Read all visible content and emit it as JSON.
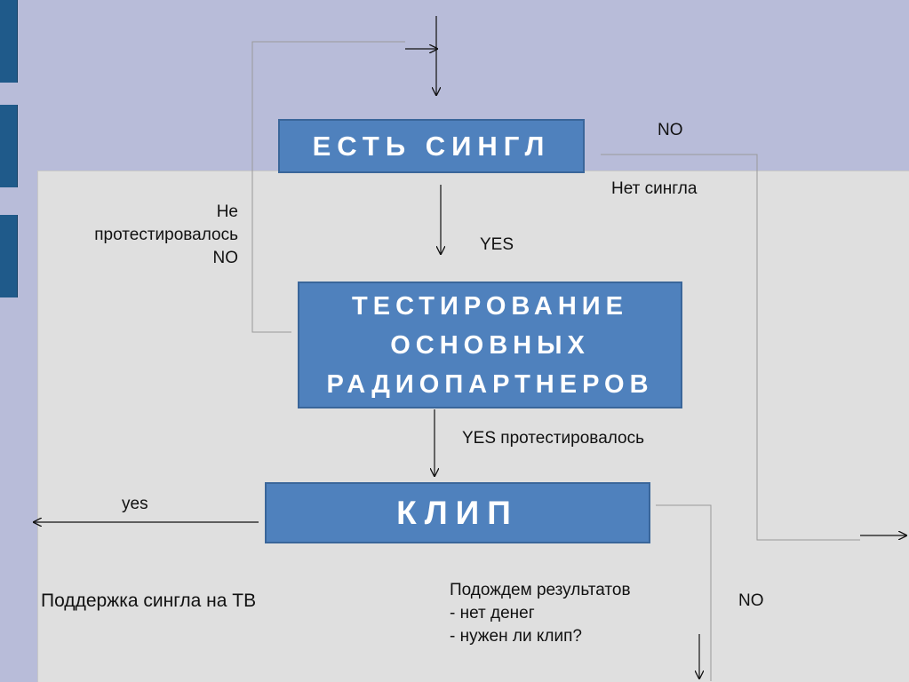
{
  "nodes": {
    "single": "ЕСТЬ СИНГЛ",
    "testing": [
      "ТЕСТИРОВАНИЕ",
      "ОСНОВНЫХ",
      "РАДИОПАРТНЕРОВ"
    ],
    "clip": "КЛИП"
  },
  "labels": {
    "no_top": "NO",
    "no_single": "Нет сингла",
    "not_tested": [
      "Не",
      "протестировалось",
      "NO"
    ],
    "yes": "YES",
    "yes_tested": "YES протестировалось",
    "yes_small": "yes",
    "tv_support": "Поддержка сингла на ТВ",
    "wait": [
      "Подождем результатов",
      "- нет денег",
      "- нужен ли клип?"
    ],
    "no_bottom": "NO"
  },
  "colors": {
    "box_fill": "#4f81bd",
    "box_border": "#3a669a",
    "upper_background": "#b8bcd9",
    "panel_background": "#dfdfdf",
    "side_tabs": "#1f5a8a"
  }
}
